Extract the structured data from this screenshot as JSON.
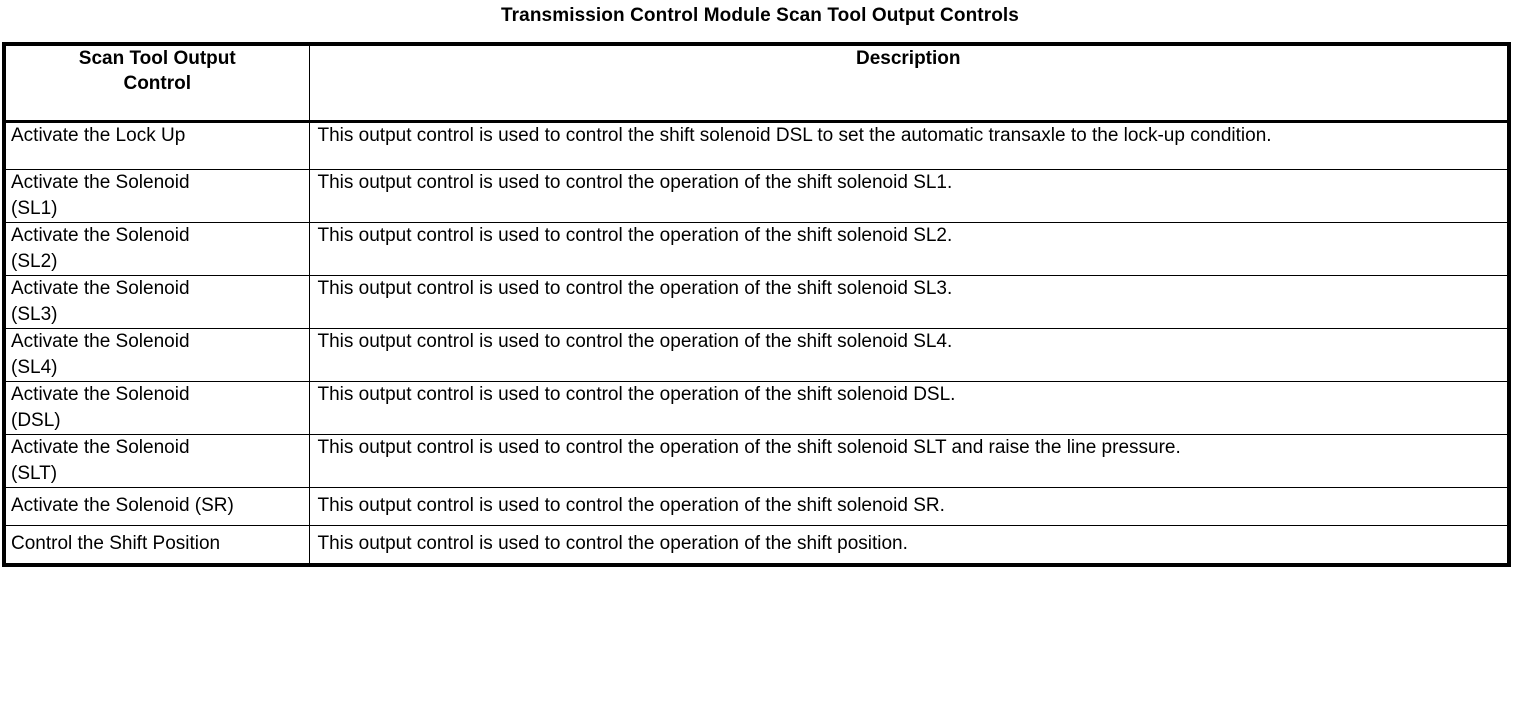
{
  "document": {
    "title": "Transmission Control Module Scan Tool Output Controls"
  },
  "table": {
    "headers": {
      "col1_line1": "Scan Tool Output",
      "col1_line2": "Control",
      "col2": "Description"
    },
    "rows": [
      {
        "name_line1": "Activate the Lock Up",
        "name_line2": "",
        "description": "This output control is used to control the shift solenoid DSL to set the automatic transaxle to the lock-up condition.",
        "height": "tall"
      },
      {
        "name_line1": "Activate the Solenoid",
        "name_line2": "(SL1)",
        "description": "This output control is used to control the operation of the shift solenoid SL1.",
        "height": "tall"
      },
      {
        "name_line1": "Activate the Solenoid",
        "name_line2": "(SL2)",
        "description": "This output control is used to control the operation of the shift solenoid SL2.",
        "height": "tall"
      },
      {
        "name_line1": "Activate the Solenoid",
        "name_line2": "(SL3)",
        "description": "This output control is used to control the operation of the shift solenoid SL3.",
        "height": "tall"
      },
      {
        "name_line1": "Activate the Solenoid",
        "name_line2": "(SL4)",
        "description": "This output control is used to control the operation of the shift solenoid SL4.",
        "height": "tall"
      },
      {
        "name_line1": "Activate the Solenoid",
        "name_line2": "(DSL)",
        "description": "This output control is used to control the operation of the shift solenoid DSL.",
        "height": "tall"
      },
      {
        "name_line1": "Activate the Solenoid",
        "name_line2": "(SLT)",
        "description": "This output control is used to control the operation of the shift solenoid SLT and raise the line pressure.",
        "height": "tall"
      },
      {
        "name_line1": "Activate the Solenoid (SR)",
        "name_line2": "",
        "description": "This output control is used to control the operation of the shift solenoid SR.",
        "height": "short"
      },
      {
        "name_line1": "Control the Shift Position",
        "name_line2": "",
        "description": "This output control is used to control the operation of the shift position.",
        "height": "short"
      }
    ]
  },
  "colors": {
    "text": "#000000",
    "background": "#ffffff",
    "border": "#000000"
  }
}
